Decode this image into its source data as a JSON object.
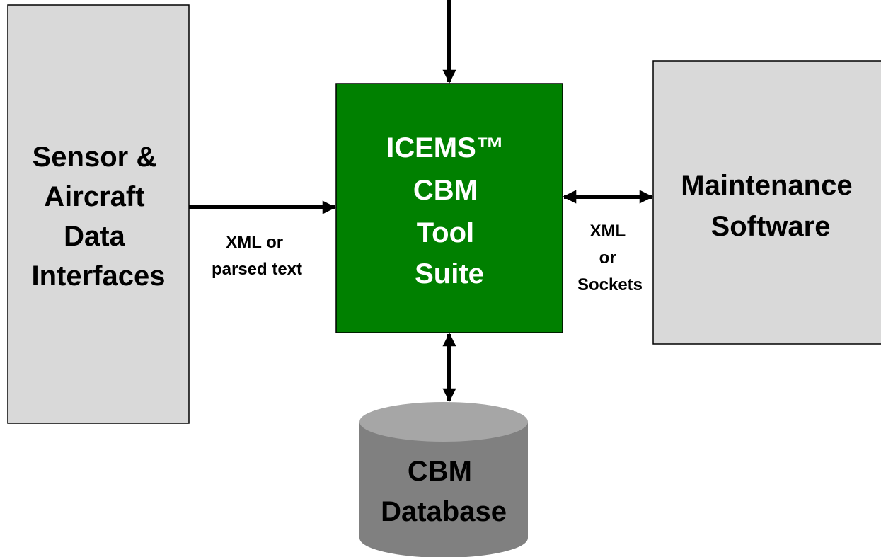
{
  "boxes": {
    "sensor": {
      "lines": [
        "Sensor &",
        "Aircraft",
        "Data",
        "Interfaces"
      ],
      "fill": "#d9d9d9"
    },
    "core": {
      "lines": [
        "ICEMS™",
        "CBM",
        "Tool",
        "Suite"
      ],
      "fill": "#008000",
      "text_color": "#ffffff"
    },
    "maintenance": {
      "lines": [
        "Maintenance",
        "Software"
      ],
      "fill": "#d9d9d9"
    },
    "database": {
      "lines": [
        "CBM",
        "Database"
      ],
      "fill": "#808080",
      "top_fill": "#a6a6a6"
    }
  },
  "edges": {
    "sensor_to_core": {
      "label_lines": [
        "XML or",
        "parsed text"
      ]
    },
    "core_to_maintenance": {
      "label_lines": [
        "XML",
        "or",
        "Sockets"
      ]
    }
  }
}
